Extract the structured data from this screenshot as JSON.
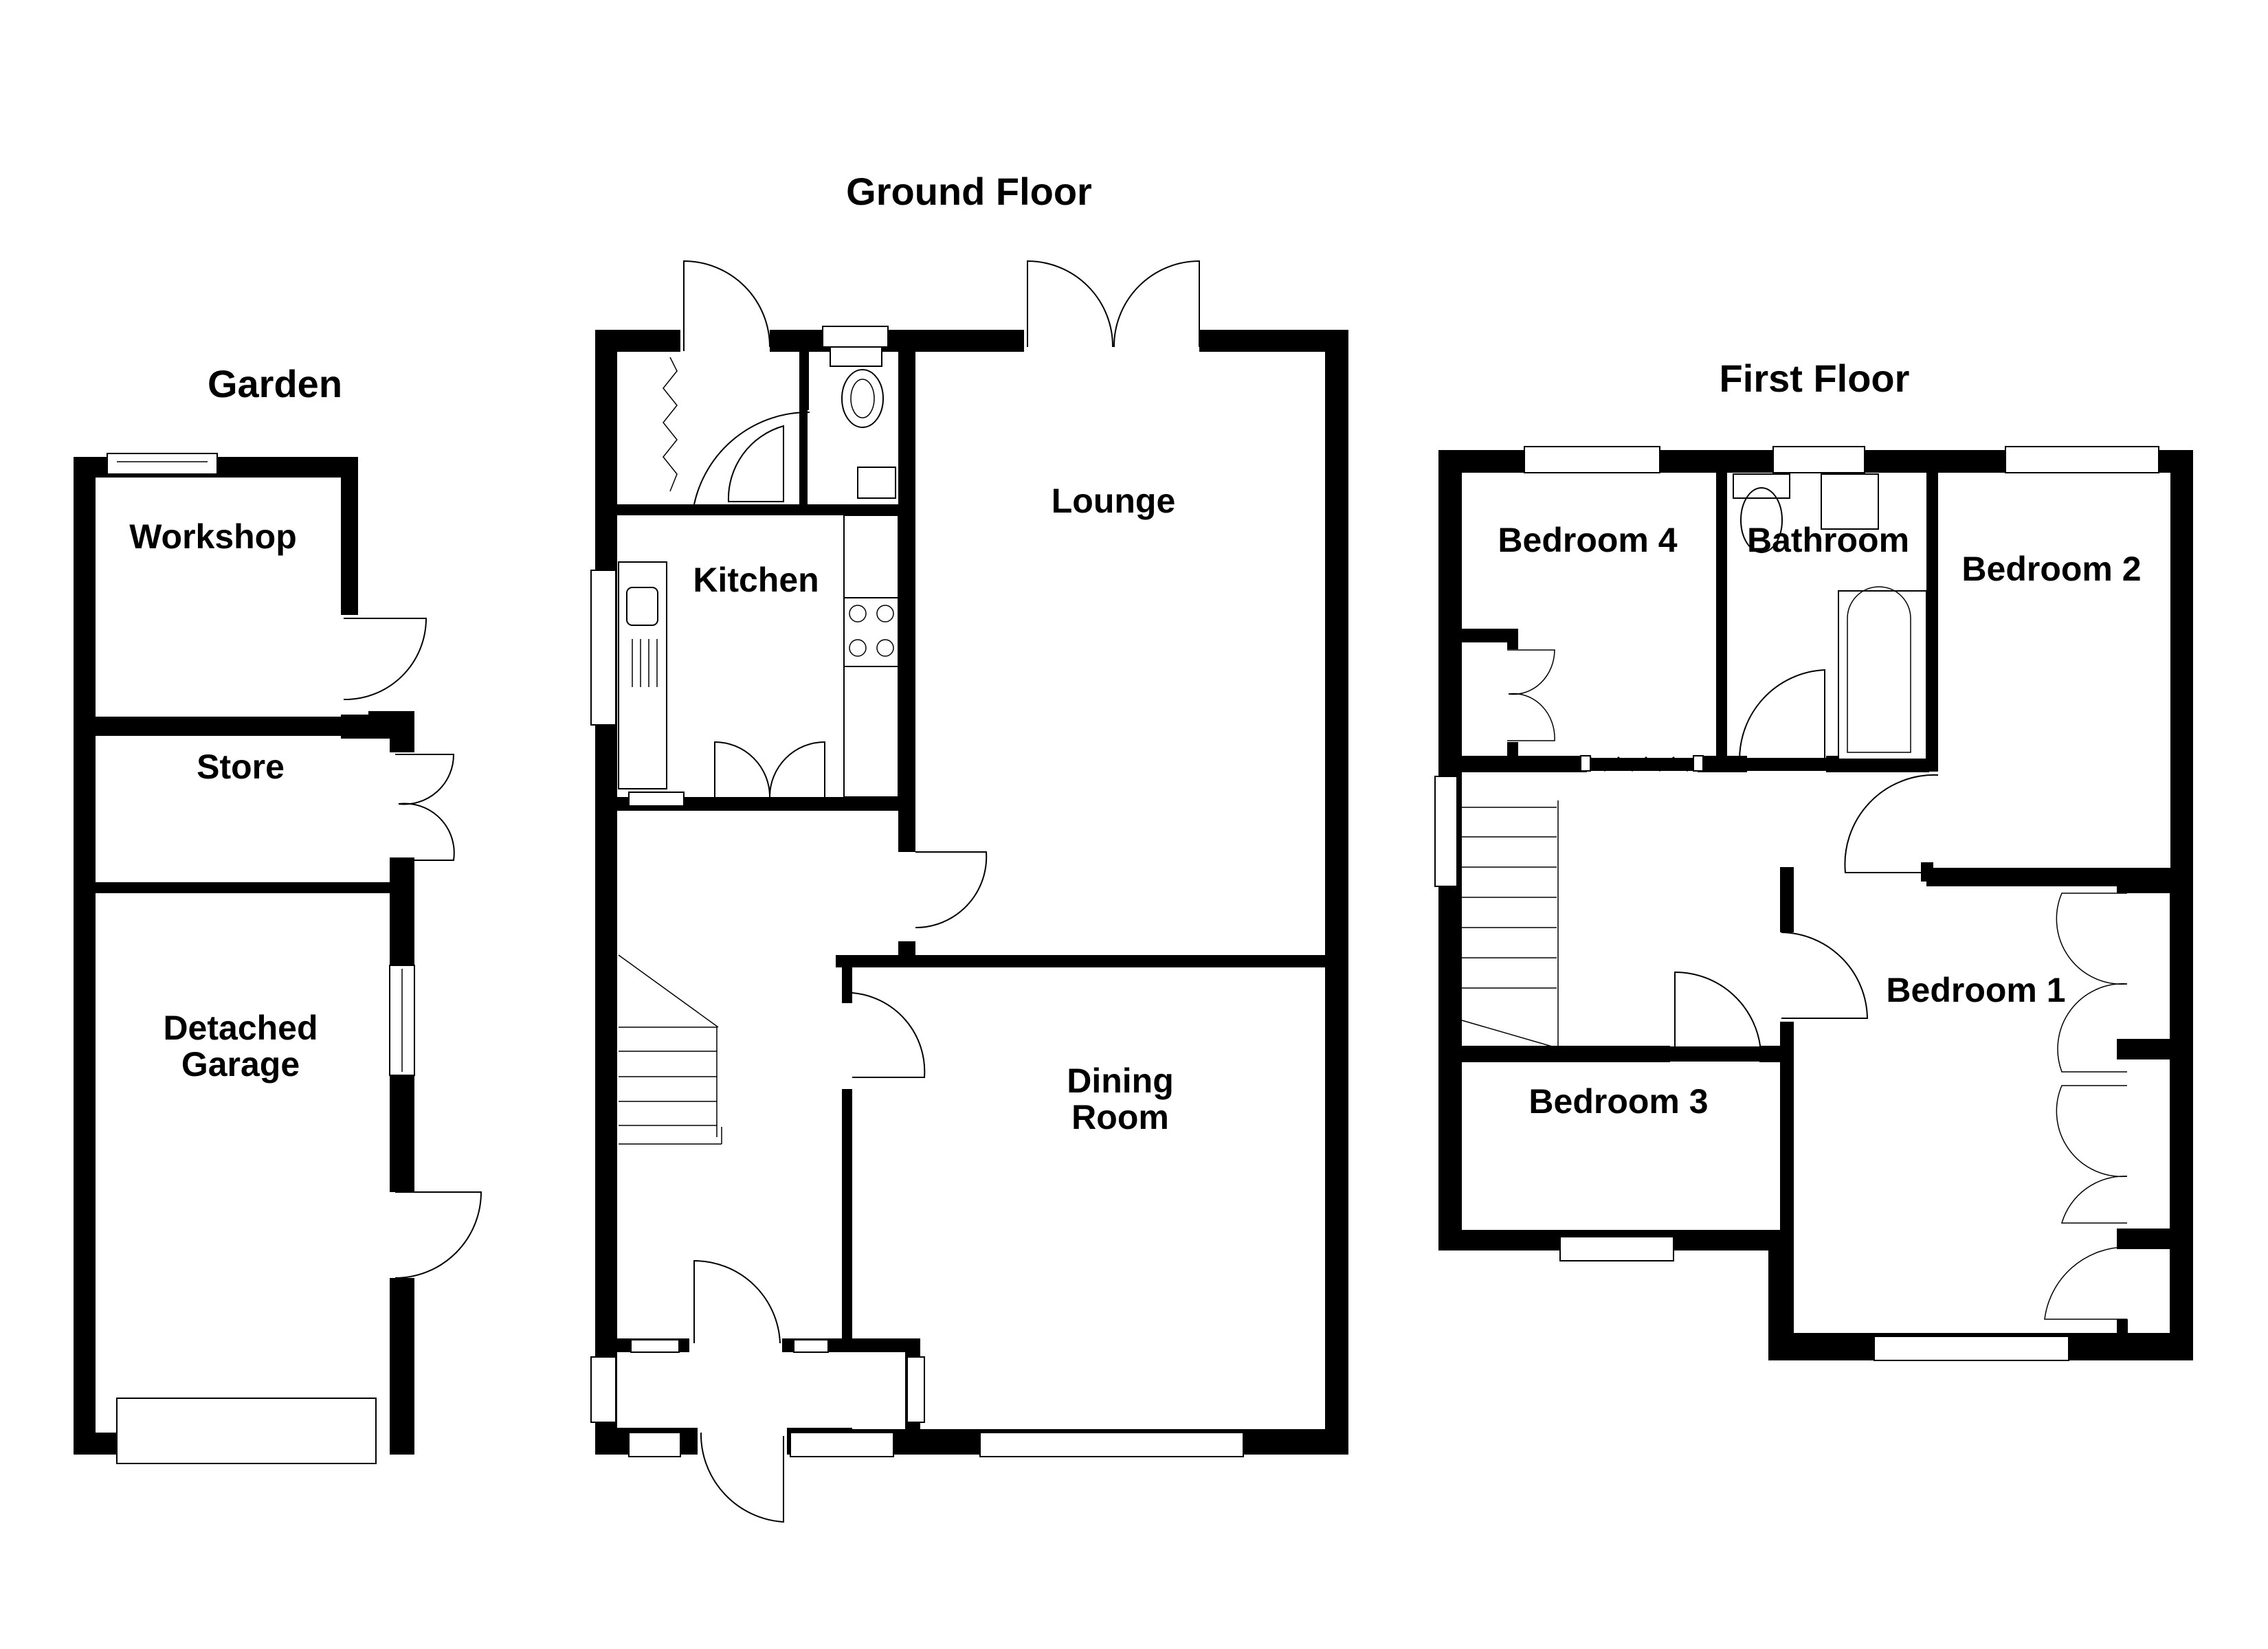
{
  "floors": {
    "garden": {
      "title": "Garden",
      "rooms": {
        "workshop": "Workshop",
        "store": "Store",
        "garage": "Detached\nGarage"
      }
    },
    "ground": {
      "title": "Ground Floor",
      "rooms": {
        "kitchen": "Kitchen",
        "lounge": "Lounge",
        "dining": "Dining\nRoom"
      }
    },
    "first": {
      "title": "First Floor",
      "rooms": {
        "bedroom4": "Bedroom 4",
        "bathroom": "Bathroom",
        "bedroom2": "Bedroom 2",
        "bedroom1": "Bedroom 1",
        "bedroom3": "Bedroom 3"
      }
    }
  },
  "colors": {
    "wall": "#000000",
    "background": "#ffffff",
    "line": "#000000"
  }
}
